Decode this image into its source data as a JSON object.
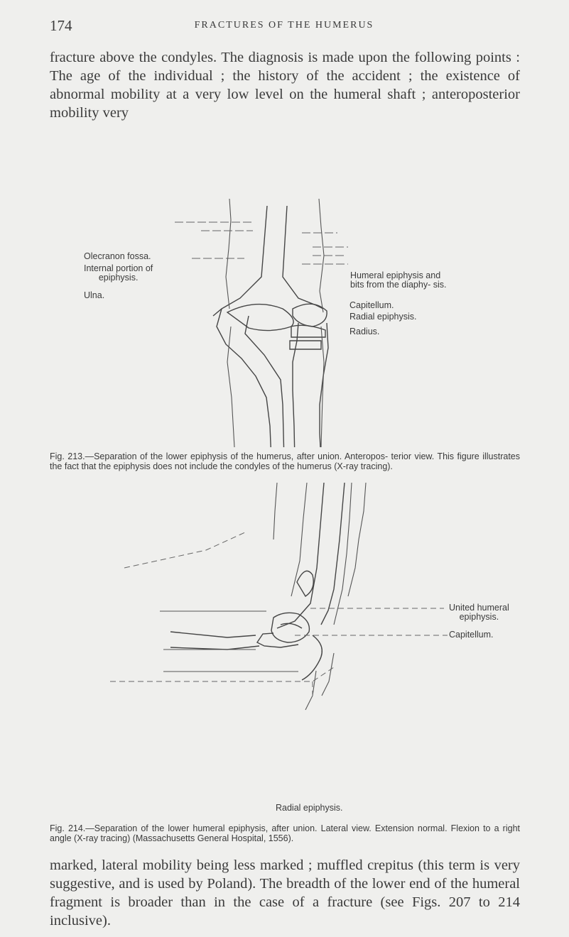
{
  "header": {
    "page_number": "174",
    "running_head": "FRACTURES OF THE HUMERUS"
  },
  "paragraph_top": "fracture above the condyles. The diagnosis is made upon the following points : The age of the individual ; the history of the accident ; the existence of abnormal mobility at a very low level on the humeral shaft ; anteroposterior mobility very",
  "figure1": {
    "labels": {
      "olecranon": "Olecranon fossa.",
      "internal_line1": "Internal portion of",
      "internal_line2": "epiphysis.",
      "ulna": "Ulna.",
      "humeral": "Humeral epiphysis and bits from the diaphy- sis.",
      "capitellum": "Capitellum.",
      "radial": "Radial epiphysis.",
      "radius": "Radius."
    },
    "caption": "Fig. 213.—Separation of the lower epiphysis of the humerus, after union. Anteropos- terior view. This figure illustrates the fact that the epiphysis does not include the condyles of the humerus (X-ray tracing)."
  },
  "figure2": {
    "labels": {
      "united_line1": "United humeral",
      "united_line2": "epiphysis.",
      "capitellum": "Capitellum.",
      "radial": "Radial epiphysis."
    },
    "caption": "Fig. 214.—Separation of the lower humeral epiphysis, after union. Lateral view. Extension normal. Flexion to a right angle (X-ray tracing) (Massachusetts General Hospital, 1556)."
  },
  "paragraph_bottom": "marked, lateral mobility being less marked ; muffled crepitus (this term is very suggestive, and is used by Poland). The breadth of the lower end of the humeral fragment is broader than in the case of a fracture (see Figs. 207 to 214 inclusive)."
}
